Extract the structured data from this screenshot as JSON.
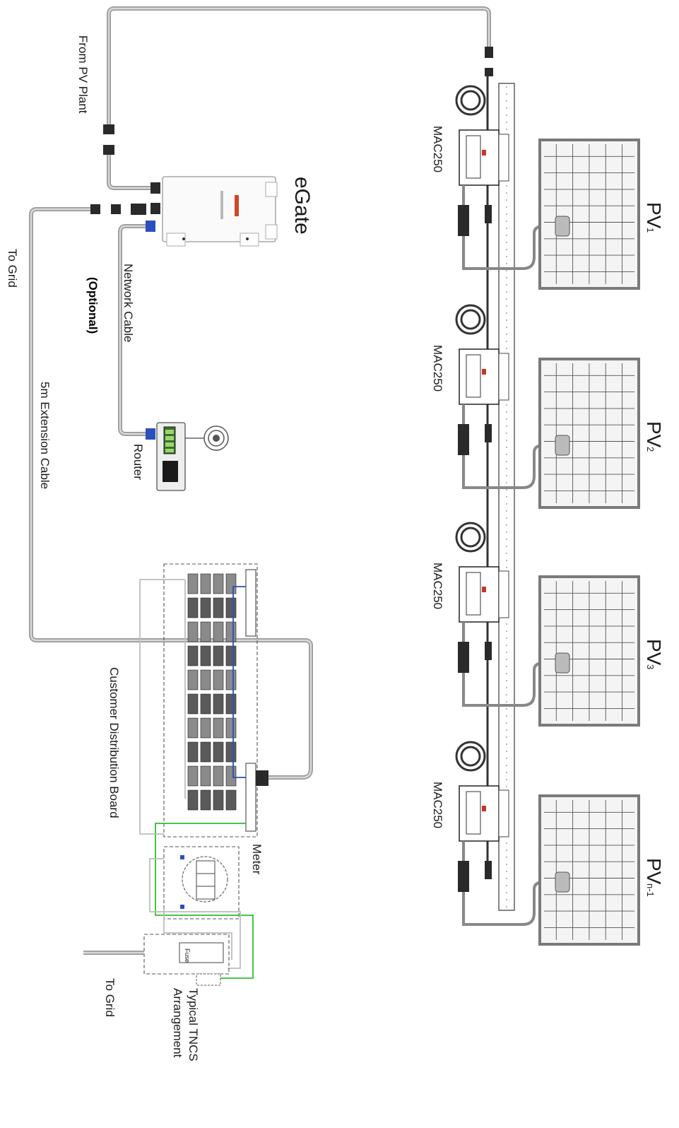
{
  "labels": {
    "from_pv_plant": "From  PV Plant",
    "to_grid_top": "To Grid",
    "egate": "eGate",
    "network_cable": "Network  Cable",
    "optional": "(Optional)",
    "extension_cable": "5m Extension Cable",
    "router": "Router",
    "customer_board": "Customer  Distribution Board",
    "meter": "Meter",
    "to_grid_bottom": "To Grid",
    "tncs_line1": "Typical TNCS",
    "tncs_line2": "Arrangement",
    "fuse": "Fuse"
  },
  "inverters": [
    {
      "label": "MAC250",
      "panel": "PV",
      "sub": "1"
    },
    {
      "label": "MAC250",
      "panel": "PV",
      "sub": "2"
    },
    {
      "label": "MAC250",
      "panel": "PV",
      "sub": "3"
    },
    {
      "label": "MAC250",
      "panel": "PV",
      "sub": "n-1"
    }
  ]
}
